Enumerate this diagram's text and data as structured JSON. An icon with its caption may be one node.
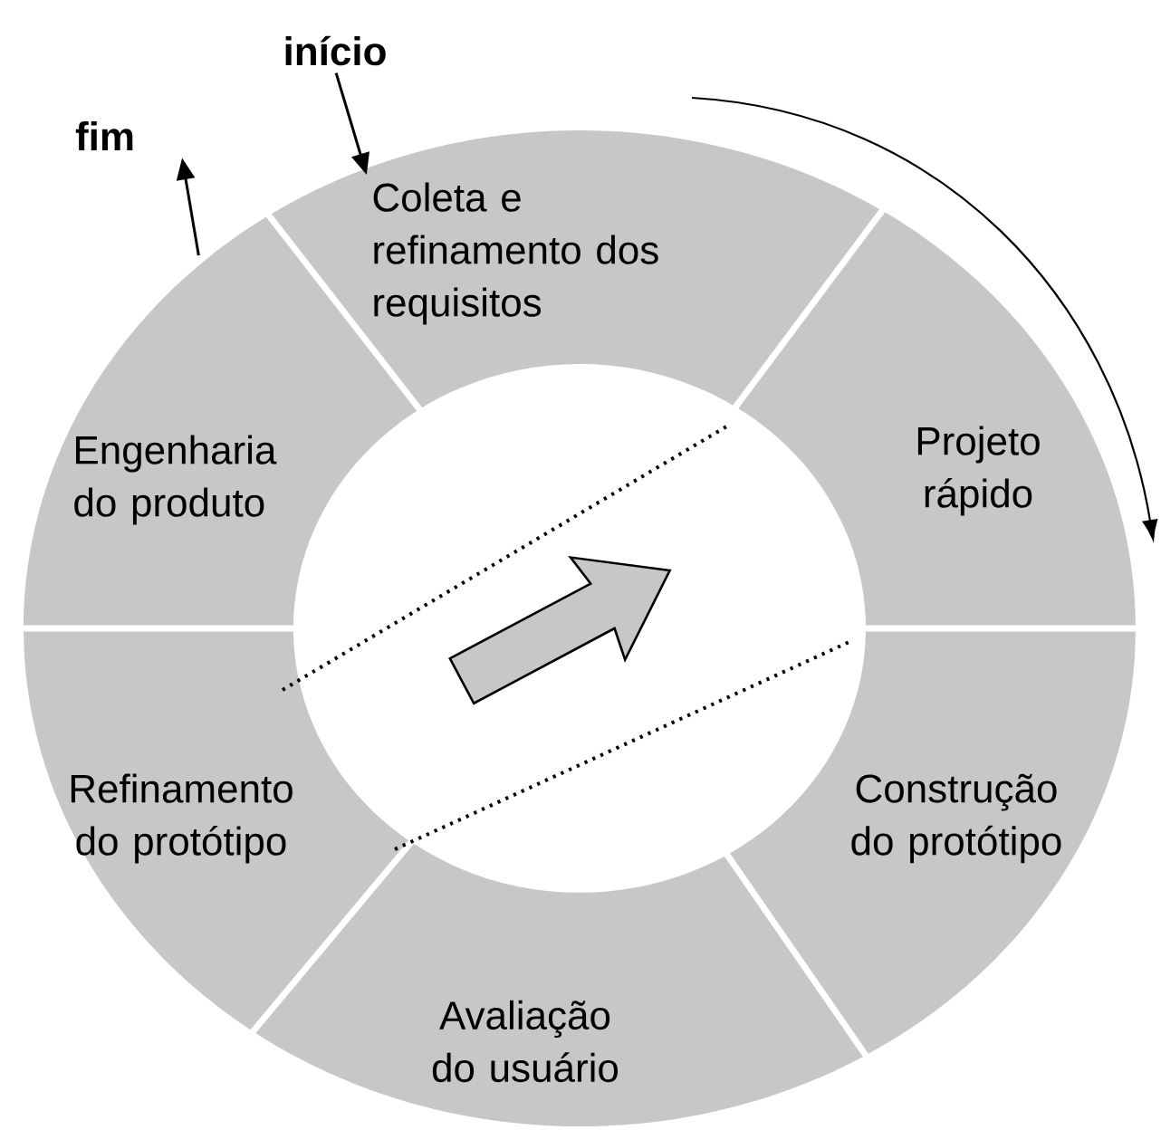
{
  "diagram": {
    "nodes": [
      {
        "text": [
          "início"
        ]
      },
      {
        "text": [
          "fim"
        ]
      },
      {
        "text": [
          "Coleta e refinamento dos requisitos"
        ]
      },
      {
        "text": [
          "Engenharia do produto"
        ]
      },
      {
        "text": [
          "Projeto rápido"
        ]
      },
      {
        "text": [
          "Refinamento do protótipo"
        ]
      },
      {
        "text": [
          "Construção do protótipo"
        ]
      },
      {
        "text": [
          "Avaliação do usuário"
        ]
      }
    ],
    "edges": [
      {
        "from": 0,
        "to": 2,
        "arrow": "to"
      },
      {
        "from": 3,
        "to": 1,
        "arrow": "to"
      }
    ]
  }
}
